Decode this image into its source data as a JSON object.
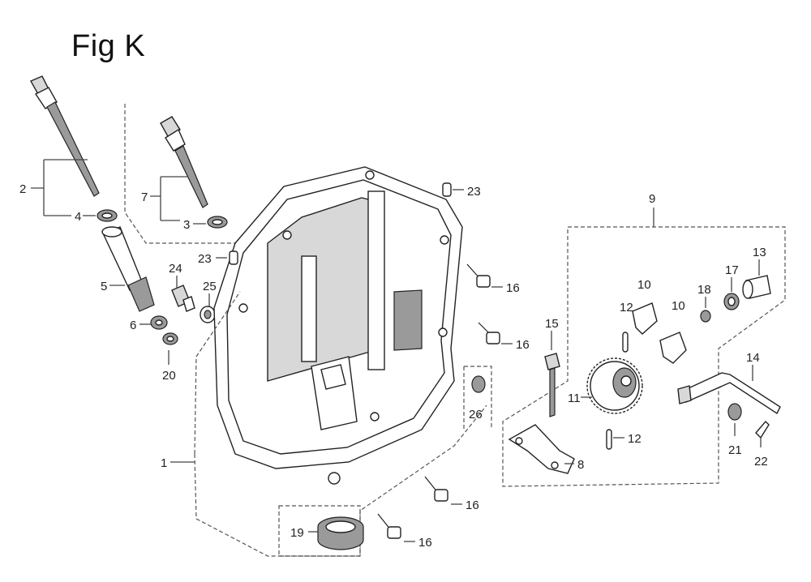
{
  "figure": {
    "title": "Fig K"
  },
  "callouts": {
    "c1": "1",
    "c2": "2",
    "c3": "3",
    "c4": "4",
    "c5": "5",
    "c6": "6",
    "c7": "7",
    "c8": "8",
    "c9": "9",
    "c10a": "10",
    "c10b": "10",
    "c11": "11",
    "c12a": "12",
    "c12b": "12",
    "c13": "13",
    "c14": "14",
    "c15": "15",
    "c16a": "16",
    "c16b": "16",
    "c16c": "16",
    "c16d": "16",
    "c17": "17",
    "c18": "18",
    "c19": "19",
    "c20": "20",
    "c21": "21",
    "c22": "22",
    "c23a": "23",
    "c23b": "23",
    "c24": "24",
    "c25": "25",
    "c26": "26"
  }
}
